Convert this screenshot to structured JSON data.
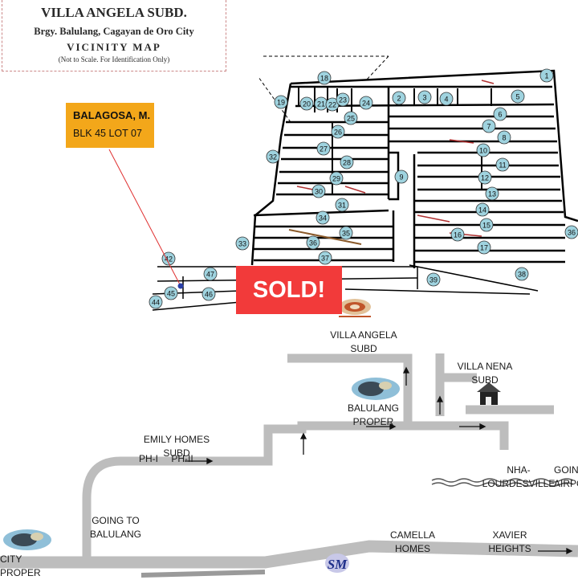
{
  "title_box": {
    "title": "VILLA ANGELA SUBD.",
    "address": "Brgy. Balulang, Cagayan de Oro City",
    "map_title": "VICINITY MAP",
    "note": "(Not to Scale. For Identification Only)"
  },
  "owner_tag": {
    "name": "BALAGOSA, M.",
    "location": "BLK 45 LOT 07"
  },
  "sold_badge": "SOLD!",
  "lot_numbers": [
    "1",
    "2",
    "3",
    "4",
    "5",
    "6",
    "7",
    "8",
    "9",
    "10",
    "11",
    "12",
    "13",
    "14",
    "15",
    "16",
    "17",
    "18",
    "19",
    "20",
    "21",
    "22",
    "23",
    "24",
    "25",
    "26",
    "27",
    "28",
    "29",
    "30",
    "31",
    "32",
    "33",
    "34",
    "35",
    "36",
    "36",
    "37",
    "38",
    "39",
    "42",
    "44",
    "45",
    "46",
    "47"
  ],
  "places": {
    "villa_angela": "VILLA ANGELA\nSUBD",
    "villa_nena": "VILLA NENA\nSUBD",
    "balulang_proper": "BALULANG\nPROPER",
    "emily_homes": "EMILY HOMES\nSUBD",
    "ph1": "PH-I",
    "ph2": "PH-II",
    "nha": "NHA-\nLOURDESVILLE",
    "going_airport": "GOING\nAIRPO",
    "going_balulang": "GOING TO\nBALULANG",
    "city_proper": "CITY PROPER",
    "camella": "CAMELLA\nHOMES",
    "xavier": "XAVIER\nHEIGHTS",
    "sm": "SM"
  },
  "colors": {
    "road": "#bdbdbd",
    "owner_tag": "#f3a71a",
    "sold": "#f23a3a",
    "lot_circle": "#9fd3df",
    "leader_line": "#e03030"
  }
}
